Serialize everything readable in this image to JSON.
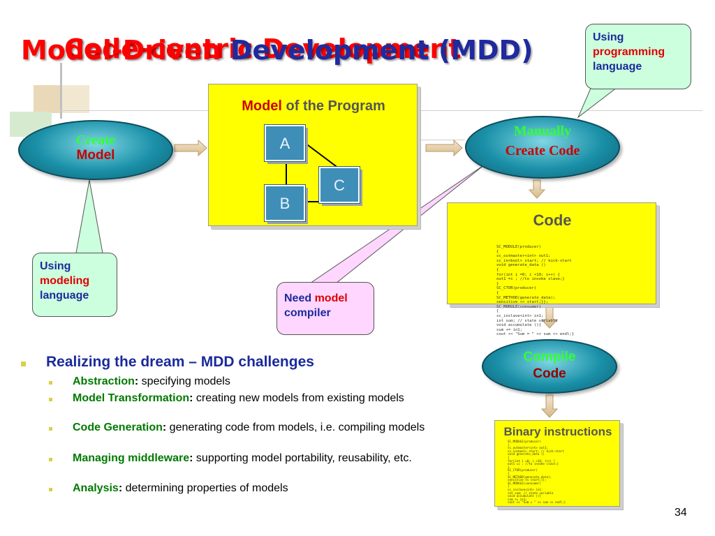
{
  "title": {
    "back": "Code-centric Development",
    "front_red": "Model-Driven ",
    "front_blue": "Development (MDD)"
  },
  "callouts": {
    "programming": {
      "line1": "Using",
      "line2": "programming",
      "line3": "language"
    },
    "modeling": {
      "line1": "Using",
      "line2": "modeling",
      "line3": "language"
    },
    "compiler": {
      "line1a": "Need ",
      "line1b": "model",
      "line2": "compiler"
    }
  },
  "ellipses": {
    "create_model": {
      "line1": "Create",
      "line2": "Model"
    },
    "manually": {
      "line1": "Manually",
      "line2": "Create Code"
    },
    "compile": {
      "line1": "Compile",
      "line2": "Code"
    }
  },
  "model_panel": {
    "title_red": "Model",
    "title_rest": " of the Program",
    "nodes": {
      "a": "A",
      "b": "B",
      "c": "C"
    }
  },
  "code_panel": {
    "title": "Code",
    "text": "SC_MODULE(producer)\n{\nsc_outmaster<int> out1;\nsc_in<bool> start; // kick-start\nvoid generate_data ()\n{\nfor(int i =0; i <10; i++) {\nout1 =i ; //to invoke slave;}\n}\nSC_CTOR(producer)\n{\nSC_METHOD(generate_data);\nsensitive << start;}};\nSC_MODULE(consumer)\n{\nsc_inslave<int> in1;\nint sum; // state variable\nvoid accumulate (){\nsum += in1;\ncout << \"Sum = \" << sum << endl;}"
  },
  "binary_panel": {
    "title": "Binary instructions",
    "text": "SC_MODULE(producer)\n{\nsc_outmaster<int> out1;\nsc_in<bool> start; // kick-start\nvoid generate_data ()\n{\nfor(int i =0; i <10; i++) {\nout1 =i ; //to invoke slave;}\n}\nSC_CTOR(producer)\n{\nSC_METHOD(generate_data);\nsensitive << start;}};\nSC_MODULE(consumer)\n{\nsc_inslave<int> in1;\nint sum; // state variable\nvoid accumulate (){\nsum += in1;\ncout << \"Sum = \" << sum << endl;}"
  },
  "bullets": {
    "heading": "Realizing the dream – MDD challenges",
    "items": [
      {
        "label": "Abstraction",
        "sep": ":",
        "text": " specifying models"
      },
      {
        "label": "Model Transformation",
        "sep": ":",
        "text": " creating new models from existing models"
      },
      {
        "label": "Code Generation",
        "sep": ":",
        "text": " generating code from models, i.e. compiling models"
      },
      {
        "label": "Managing middleware",
        "sep": ":",
        "text": " supporting model portability, reusability, etc."
      },
      {
        "label": "Analysis",
        "sep": ":",
        "text": " determining properties of models"
      }
    ]
  },
  "page_number": "34",
  "colors": {
    "title_red": "#ff0000",
    "title_blue": "#1f2a9e",
    "panel_yellow": "#ffff00",
    "callout_green": "#ccffdd",
    "callout_pink": "#ffd6ff",
    "label_green": "#007a00"
  }
}
